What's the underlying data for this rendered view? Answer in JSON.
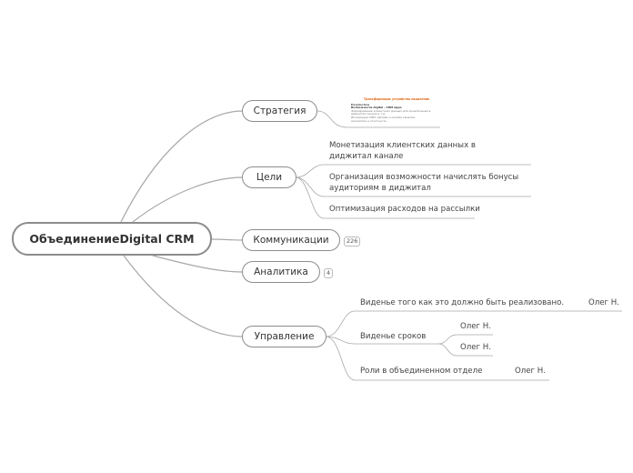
{
  "root": {
    "label": "ОбъединениеDigital CRM"
  },
  "branches": {
    "strategy": {
      "label": "Стратегия"
    },
    "goals": {
      "label": "Цели",
      "items": [
        "Монетизация клиентских данных в диджитал канале",
        "Организация возможности начислять бонусы аудиториям в диджитал",
        "Оптимизация расходов на рассылки"
      ]
    },
    "communications": {
      "label": "Коммуникации",
      "count": "226"
    },
    "analytics": {
      "label": "Аналитика",
      "count": "4"
    },
    "management": {
      "label": "Управление",
      "items": {
        "vision": {
          "label": "Виденье того как это должно быть реализовано.",
          "owner": "Олег Н."
        },
        "timing": {
          "label": "Виденье сроков",
          "owners": [
            "Олег Н.",
            "Олег Н."
          ]
        },
        "roles": {
          "label": "Роли в объединенном  отделе",
          "owner": "Олег Н."
        }
      }
    }
  },
  "strategy_note": {
    "title": "Трансформация устройства мышления",
    "heading": "Результаты",
    "subheading": "Возможности digital - CRM ядро",
    "lines": [
      "Формирование клиентских данных для монетизации в диджитал канале и т.д.",
      "Интеграция CRM, офлайн и онлайн каналов",
      "Аналитика и отчетность"
    ]
  },
  "colors": {
    "line": "#a8a8a8",
    "node_border": "#8c8c8c"
  }
}
